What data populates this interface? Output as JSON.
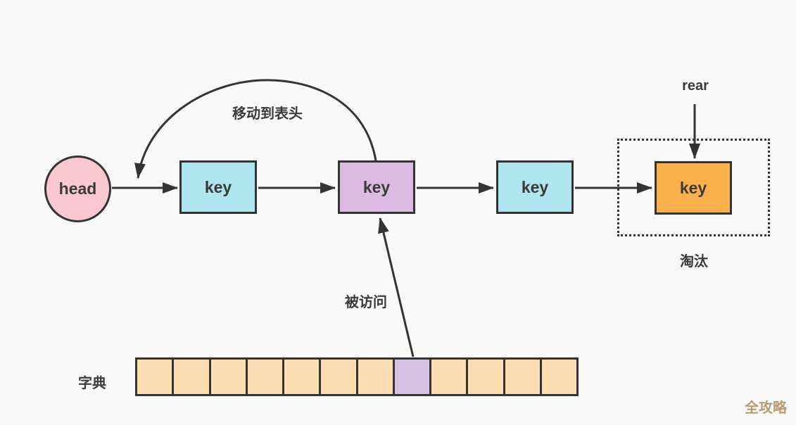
{
  "diagram": {
    "title_hint": "LRU linked-list eviction diagram",
    "head": {
      "label": "head"
    },
    "nodes": [
      {
        "label": "key",
        "state": "normal"
      },
      {
        "label": "key",
        "state": "accessed"
      },
      {
        "label": "key",
        "state": "normal"
      },
      {
        "label": "key",
        "state": "evicted"
      }
    ],
    "rear_label": "rear",
    "annotations": {
      "move_to_head": "移动到表头",
      "accessed": "被访问",
      "evicted": "淘汰"
    },
    "dictionary": {
      "label": "字典",
      "cell_count": 12,
      "highlighted_index": 7,
      "cells": [
        "normal",
        "normal",
        "normal",
        "normal",
        "normal",
        "normal",
        "normal",
        "highlighted",
        "normal",
        "normal",
        "normal",
        "normal"
      ]
    },
    "watermark": "全攻略"
  },
  "colors": {
    "background": "#F9F9F9",
    "stroke": "#333333",
    "text": "#3A3A3A",
    "head_fill": "#FAC8D3",
    "key_fill": "#AEE5EE",
    "accessed_fill": "#DCBBE3",
    "evicted_fill": "#FAB04B",
    "dict_cell_fill": "#FCDEB2",
    "dict_highlight_fill": "#D9C2E6",
    "watermark_color": "#B79B74"
  }
}
